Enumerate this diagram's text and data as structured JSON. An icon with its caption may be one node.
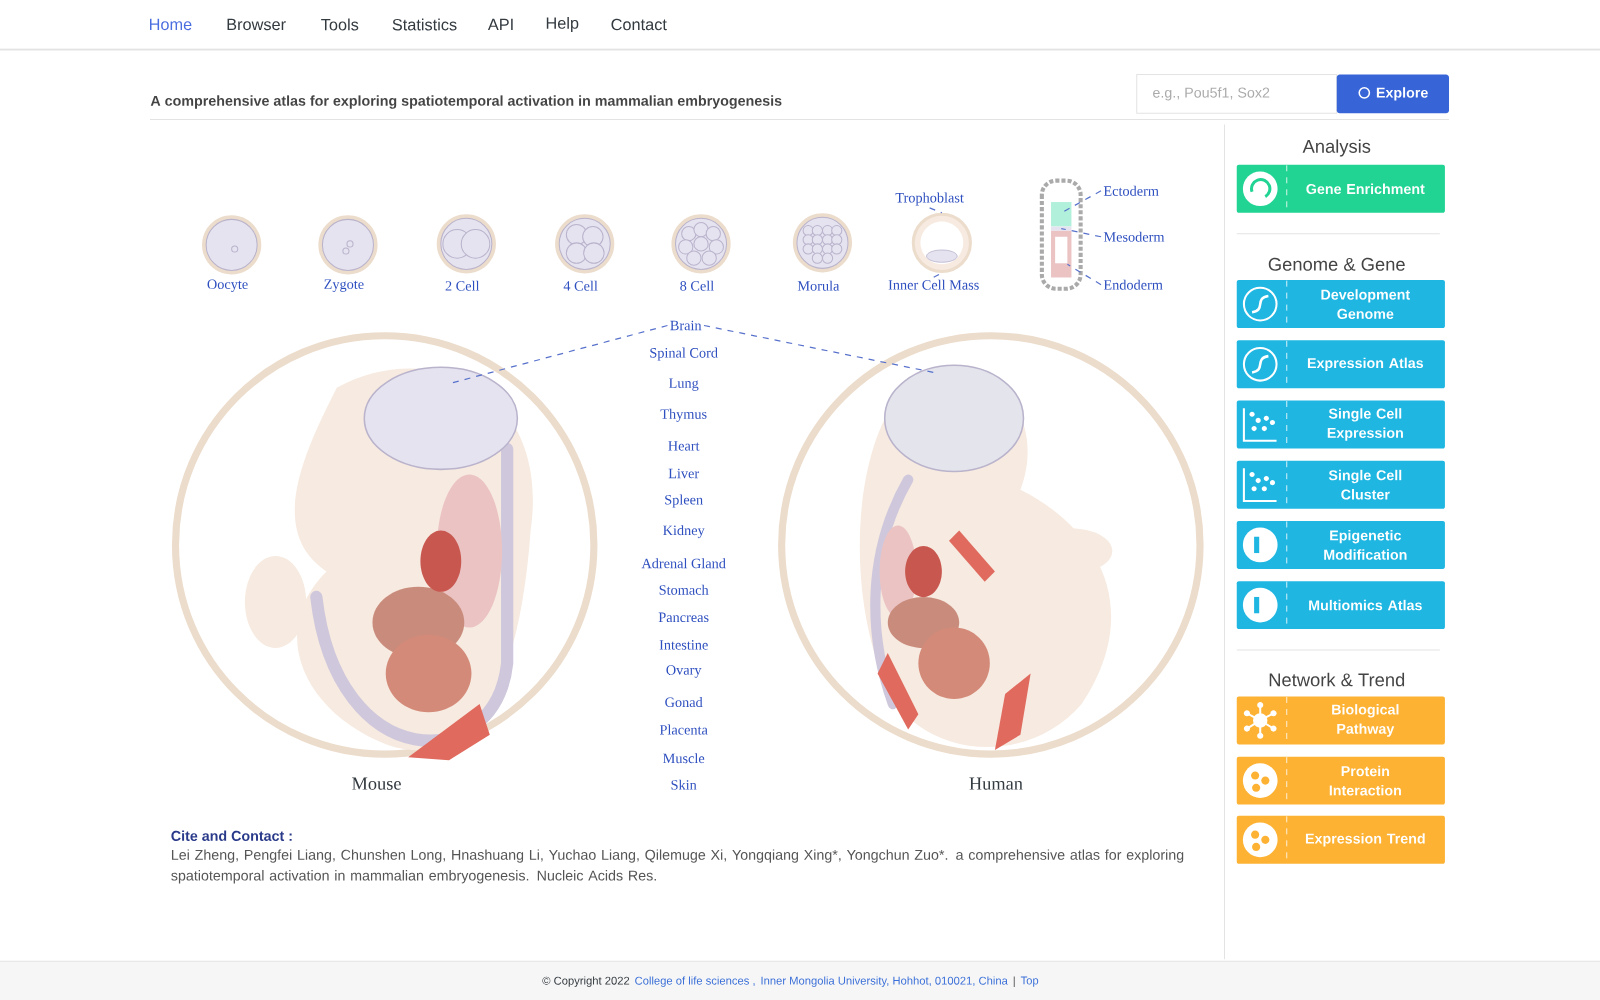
{
  "diagram": {
    "nodes": [
      {
        "text": [
          "Trophoblast"
        ]
      },
      {
        "text": [],
        "shape": "picture"
      },
      {
        "text": [
          "Inner Cell Mass"
        ]
      },
      {
        "text": [
          "Ectoderm"
        ]
      },
      {
        "text": [
          "Mesoderm"
        ]
      },
      {
        "text": [
          "Endoderm"
        ]
      },
      {
        "text": [],
        "shape": "picture"
      },
      {
        "text": [
          "Brain"
        ]
      },
      {
        "text": [],
        "shape": "picture",
        "beside": [
          "Mouse"
        ]
      },
      {
        "text": [],
        "shape": "picture",
        "beside": [
          "Human"
        ]
      },
      {
        "text": [
          "Gene Enrichment"
        ]
      },
      {
        "text": [
          "Development Genome"
        ]
      },
      {
        "text": [
          "Expression Atlas"
        ]
      },
      {
        "text": [
          "Single Cell Expression"
        ]
      },
      {
        "text": [
          "Single Cell Cluster"
        ]
      },
      {
        "text": [
          "Epigenetic Modification"
        ]
      },
      {
        "text": [
          "Multiomics Atlas"
        ]
      },
      {
        "text": [
          "Biological Pathway"
        ]
      },
      {
        "text": [
          "Protein Interaction"
        ]
      },
      {
        "text": [
          "Expression Trend"
        ]
      }
    ],
    "edges": [
      {
        "from": 0,
        "to": 1,
        "arrow": "none",
        "style": "dashed"
      },
      {
        "from": 2,
        "to": 1,
        "arrow": "none",
        "style": "dashed"
      },
      {
        "from": 3,
        "to": 6,
        "arrow": "none",
        "style": "dashed"
      },
      {
        "from": 4,
        "to": 6,
        "arrow": "none",
        "style": "dashed"
      },
      {
        "from": 5,
        "to": 6,
        "arrow": "none",
        "style": "dashed"
      },
      {
        "from": 7,
        "to": 8,
        "arrow": "none",
        "style": "dashed"
      },
      {
        "from": 7,
        "to": 9,
        "arrow": "none",
        "style": "dashed"
      }
    ],
    "labels": [
      "Home",
      "Browser",
      "Tools",
      "Statistics",
      "API",
      "Help",
      "Contact",
      "A comprehensive atlas for exploring spatiotemporal activation in mammalian embryogenesis",
      "e.g., Pou5f1, Sox2",
      "Explore",
      "Oocyte",
      "Zygote",
      "2 Cell",
      "4 Cell",
      "8 Cell",
      "Morula",
      "Analysis",
      "Genome & Gene",
      "Spinal Cord",
      "Lung",
      "Thymus",
      "Heart",
      "Liver",
      "Spleen",
      "Kidney",
      "Adrenal Gland",
      "Stomach",
      "Pancreas",
      "Intestine",
      "Ovary",
      "Gonad",
      "Placenta",
      "Muscle",
      "Skin",
      "Network & Trend",
      "Cite and Contact :",
      "Lei Zheng, Pengfei Liang, Chunshen Long, Hnashuang Li, Yuchao Liang, Qilemuge Xi, Yongqiang Xing*, Yongchun Zuo*. a comprehensive atlas for exploring spatiotemporal activation in mammalian embryogenesis. Nucleic Acids Res.",
      "© Copyright 2022",
      "College of life sciences ,",
      "Inner Mongolia University, Hohhot, 010021, China",
      "|",
      "Top"
    ]
  }
}
